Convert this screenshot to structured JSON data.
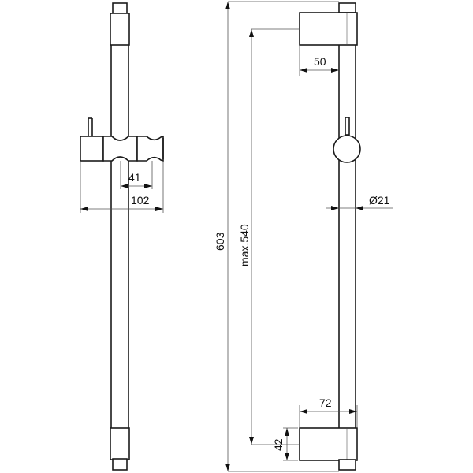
{
  "drawing": {
    "type": "technical-dimension-drawing",
    "subject": "shower rail with sliding holder",
    "views": [
      "front-view",
      "side-view"
    ]
  },
  "dimensions": {
    "holder_inner": "41",
    "holder_width": "102",
    "bracket_depth_top": "50",
    "tube_diameter": "Ø21",
    "total_height": "603",
    "max_slide": "max.540",
    "bracket_depth_bottom": "72",
    "bracket_height": "42"
  },
  "colors": {
    "line": "#1a1a1a",
    "dimension_line": "#555555",
    "background": "#ffffff"
  }
}
